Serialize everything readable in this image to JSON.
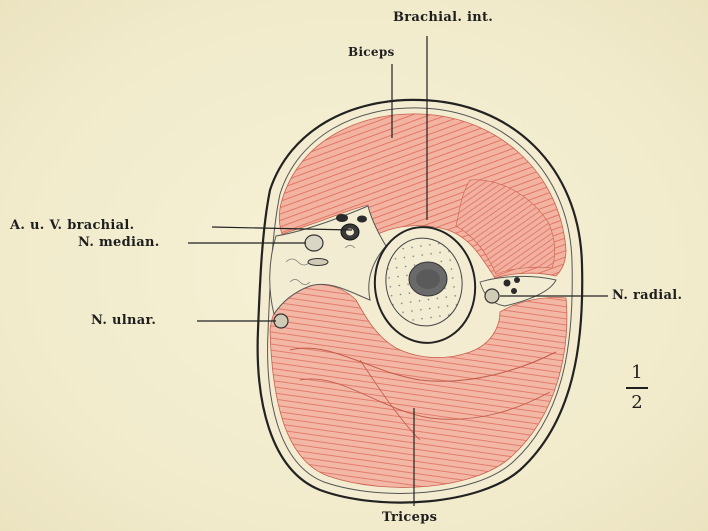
{
  "labels": {
    "brachial_int": "Brachial. int.",
    "biceps": "Biceps",
    "a_u_v_brachial": "A. u. V. brachial.",
    "n_median": "N. median.",
    "n_ulnar": "N. ulnar.",
    "n_radial": "N. radial.",
    "triceps": "Triceps"
  },
  "scale": {
    "numerator": "1",
    "denominator": "2"
  },
  "colors": {
    "paper": "#f4eed1",
    "muscle": "#f2b7a3",
    "muscle_lines": "#e07a68",
    "outline": "#222222",
    "skin": "#f3ecd0",
    "bone": "#f1ead0",
    "marrow": "#6f6f6f"
  }
}
